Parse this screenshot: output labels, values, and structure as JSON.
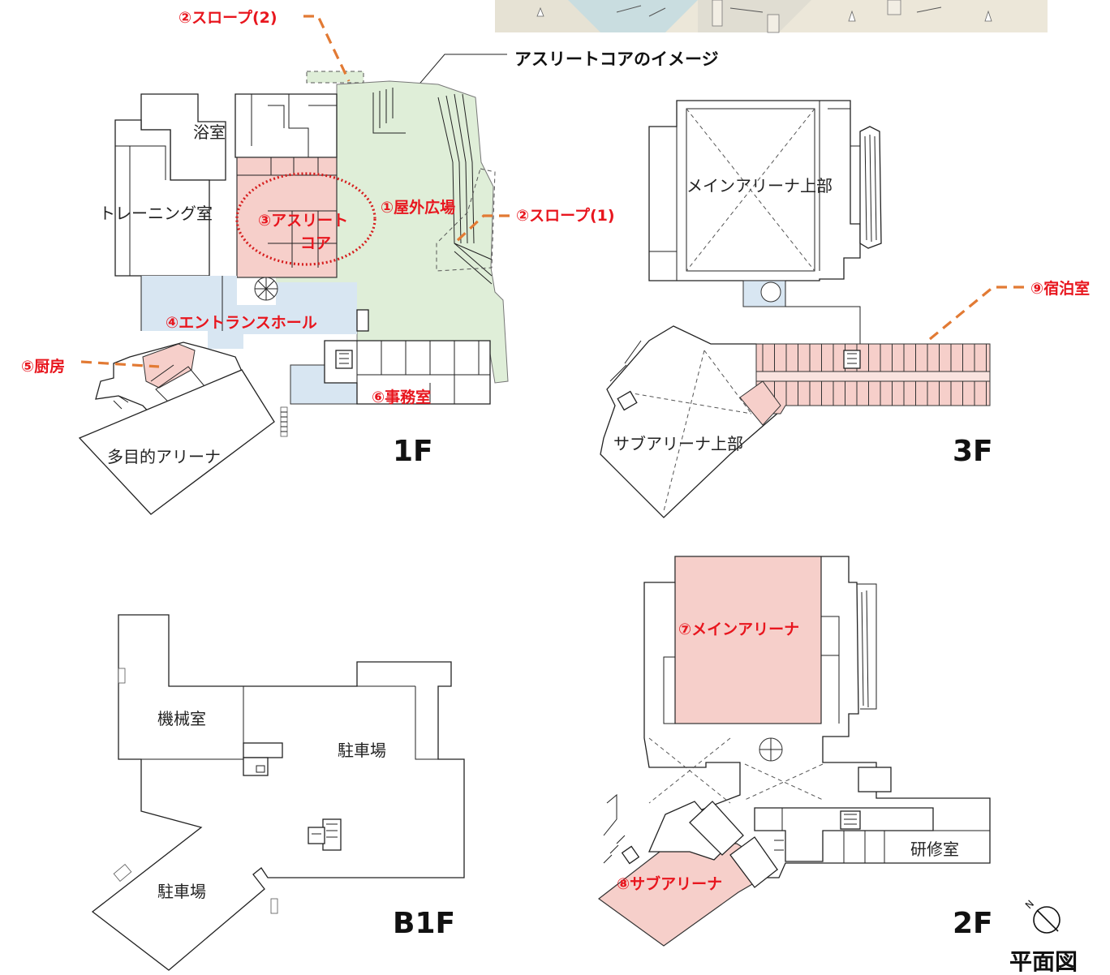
{
  "note": {
    "image_label": "アスリートコアのイメージ"
  },
  "title": "平面図",
  "compass_label": "N",
  "floors": {
    "f1": {
      "label": "1F",
      "rooms": {
        "bath": "浴室",
        "training": "トレーニング室",
        "multipurpose": "多目的アリーナ"
      },
      "callouts": {
        "plaza": "①屋外広場",
        "slope2": "②スロープ(2)",
        "slope1": "②スロープ(1)",
        "core_line1": "③アスリート",
        "core_line2": "コア",
        "entrance": "④エントランスホール",
        "kitchen": "⑤厨房",
        "office": "⑥事務室"
      }
    },
    "f3": {
      "label": "3F",
      "rooms": {
        "main_upper": "メインアリーナ上部",
        "sub_upper": "サブアリーナ上部"
      },
      "callouts": {
        "lodging": "⑨宿泊室"
      }
    },
    "b1": {
      "label": "B1F",
      "rooms": {
        "machine": "機械室",
        "parking1": "駐車場",
        "parking2": "駐車場"
      }
    },
    "f2": {
      "label": "2F",
      "rooms": {
        "training_room": "研修室"
      },
      "callouts": {
        "main_arena": "⑦メインアリーナ",
        "sub_arena": "⑧サブアリーナ"
      }
    }
  },
  "colors": {
    "pink": "#f6cfca",
    "green": "#dfeed8",
    "blue": "#d8e6f2",
    "orange": "#e27a34",
    "red": "#e8161e"
  }
}
